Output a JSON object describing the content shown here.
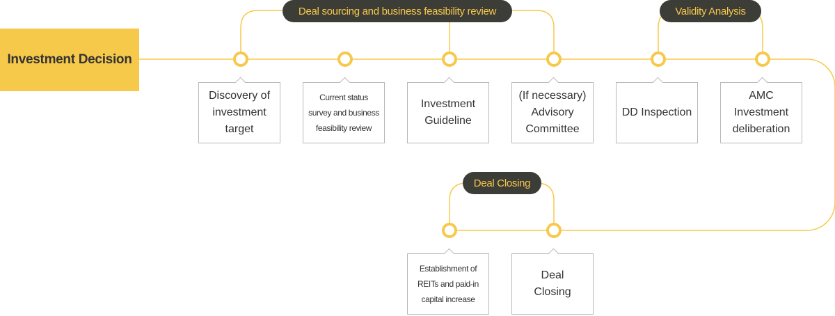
{
  "title": "Investment Decision",
  "groups": [
    {
      "id": "deal-sourcing",
      "label": "Deal sourcing and business feasibility review"
    },
    {
      "id": "validity-analysis",
      "label": "Validity Analysis"
    },
    {
      "id": "deal-closing",
      "label": "Deal Closing"
    }
  ],
  "steps": [
    {
      "id": "discovery",
      "label": "Discovery of\ninvestment\ntarget"
    },
    {
      "id": "current-status",
      "label": "Current status\nsurvey and business\nfeasibility review"
    },
    {
      "id": "guideline",
      "label": "Investment\nGuideline"
    },
    {
      "id": "advisory",
      "label": "(If necessary)\nAdvisory\nCommittee"
    },
    {
      "id": "dd-inspection",
      "label": "DD Inspection"
    },
    {
      "id": "amc",
      "label": "AMC\nInvestment\ndeliberation"
    },
    {
      "id": "reits",
      "label": "Establishment of\nREITs and paid-in\ncapital increase"
    },
    {
      "id": "deal-closing-step",
      "label": "Deal\nClosing"
    }
  ],
  "colors": {
    "accent": "#f7c94b",
    "pill_bg": "#3d3d38",
    "line": "#f7c94b",
    "box_border": "#b9b9b9",
    "text": "#333333"
  }
}
